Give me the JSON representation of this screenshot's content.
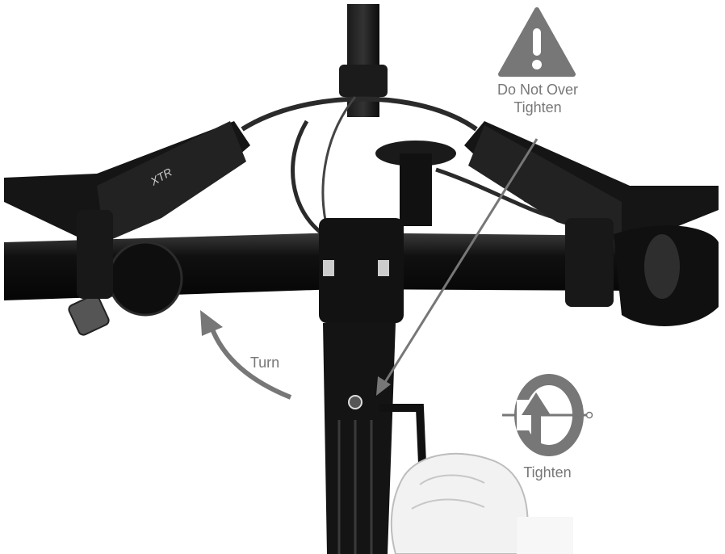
{
  "warning": {
    "icon": "warning-triangle-icon",
    "line1": "Do Not Over",
    "line2": "Tighten",
    "color": "#777777"
  },
  "turn": {
    "icon": "curved-arrow-icon",
    "label": "Turn"
  },
  "tighten": {
    "icon": "clockwise-rotation-icon",
    "label": "Tighten"
  },
  "colors": {
    "annotation": "#777777",
    "parts": "#141414",
    "background": "#ffffff"
  }
}
